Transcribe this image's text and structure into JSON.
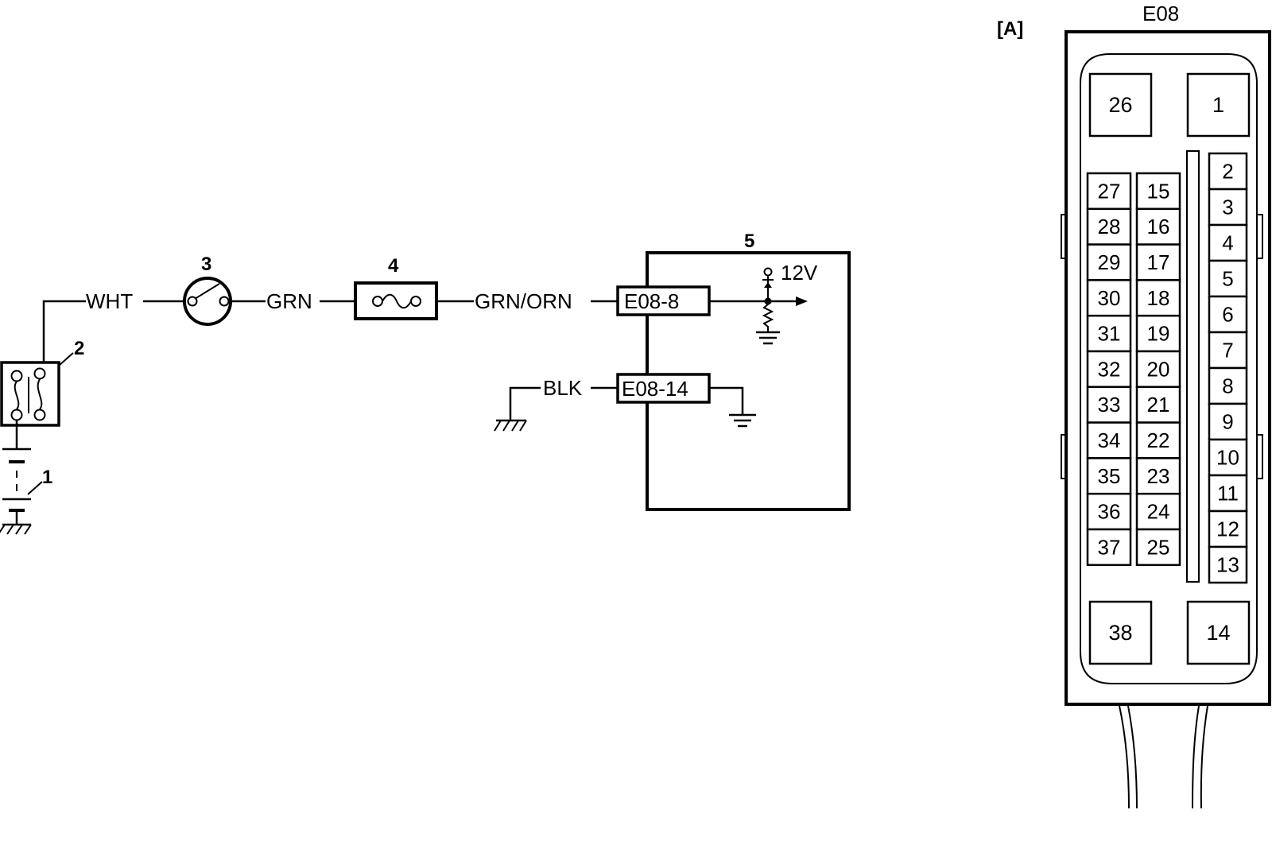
{
  "wiring": {
    "callouts": {
      "battery": "1",
      "main_fuse_box": "2",
      "ignition_switch": "3",
      "fuse": "4",
      "ecm": "5"
    },
    "wires": {
      "wht": "WHT",
      "grn": "GRN",
      "grn_orn": "GRN/ORN",
      "blk": "BLK"
    },
    "terminals": {
      "e08_8": "E08-8",
      "e08_14": "E08-14"
    },
    "ecm_supply": "12V"
  },
  "connector": {
    "view_label": "[A]",
    "name": "E08",
    "large_pins": [
      "26",
      "1",
      "38",
      "14"
    ],
    "left_column": [
      "27",
      "28",
      "29",
      "30",
      "31",
      "32",
      "33",
      "34",
      "35",
      "36",
      "37"
    ],
    "middle_column": [
      "15",
      "16",
      "17",
      "18",
      "19",
      "20",
      "21",
      "22",
      "23",
      "24",
      "25"
    ],
    "right_column": [
      "2",
      "3",
      "4",
      "5",
      "6",
      "7",
      "8",
      "9",
      "10",
      "11",
      "12",
      "13"
    ]
  }
}
